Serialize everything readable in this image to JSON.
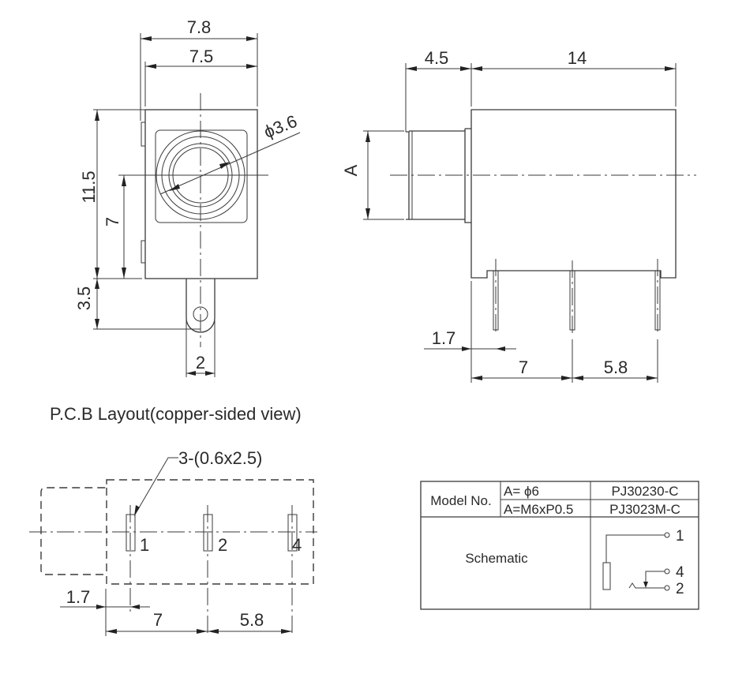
{
  "front_view": {
    "dim_width_outer": "7.8",
    "dim_width_inner": "7.5",
    "dim_diameter": "ϕ3.6",
    "dim_height": "11.5",
    "dim_center_height": "7",
    "dim_tab_height": "3.5",
    "dim_tab_width": "2"
  },
  "side_view": {
    "dim_nose_length": "4.5",
    "dim_body_length": "14",
    "dim_nose_diameter": "A",
    "dim_pin_offset": "1.7",
    "dim_pin_pitch_1": "7",
    "dim_pin_pitch_2": "5.8"
  },
  "pcb_layout": {
    "title": "P.C.B Layout(copper-sided view)",
    "hole_callout": "3-(0.6x2.5)",
    "pin_labels": [
      "1",
      "2",
      "4"
    ],
    "dim_pin_offset": "1.7",
    "dim_pin_pitch_1": "7",
    "dim_pin_pitch_2": "5.8"
  },
  "spec_table": {
    "model_label": "Model No.",
    "rows": [
      {
        "variant": "A= ϕ6",
        "model": "PJ30230-C"
      },
      {
        "variant": "A=M6xP0.5",
        "model": "PJ3023M-C"
      }
    ],
    "schematic_label": "Schematic",
    "schematic_pins": [
      "1",
      "4",
      "2"
    ]
  }
}
